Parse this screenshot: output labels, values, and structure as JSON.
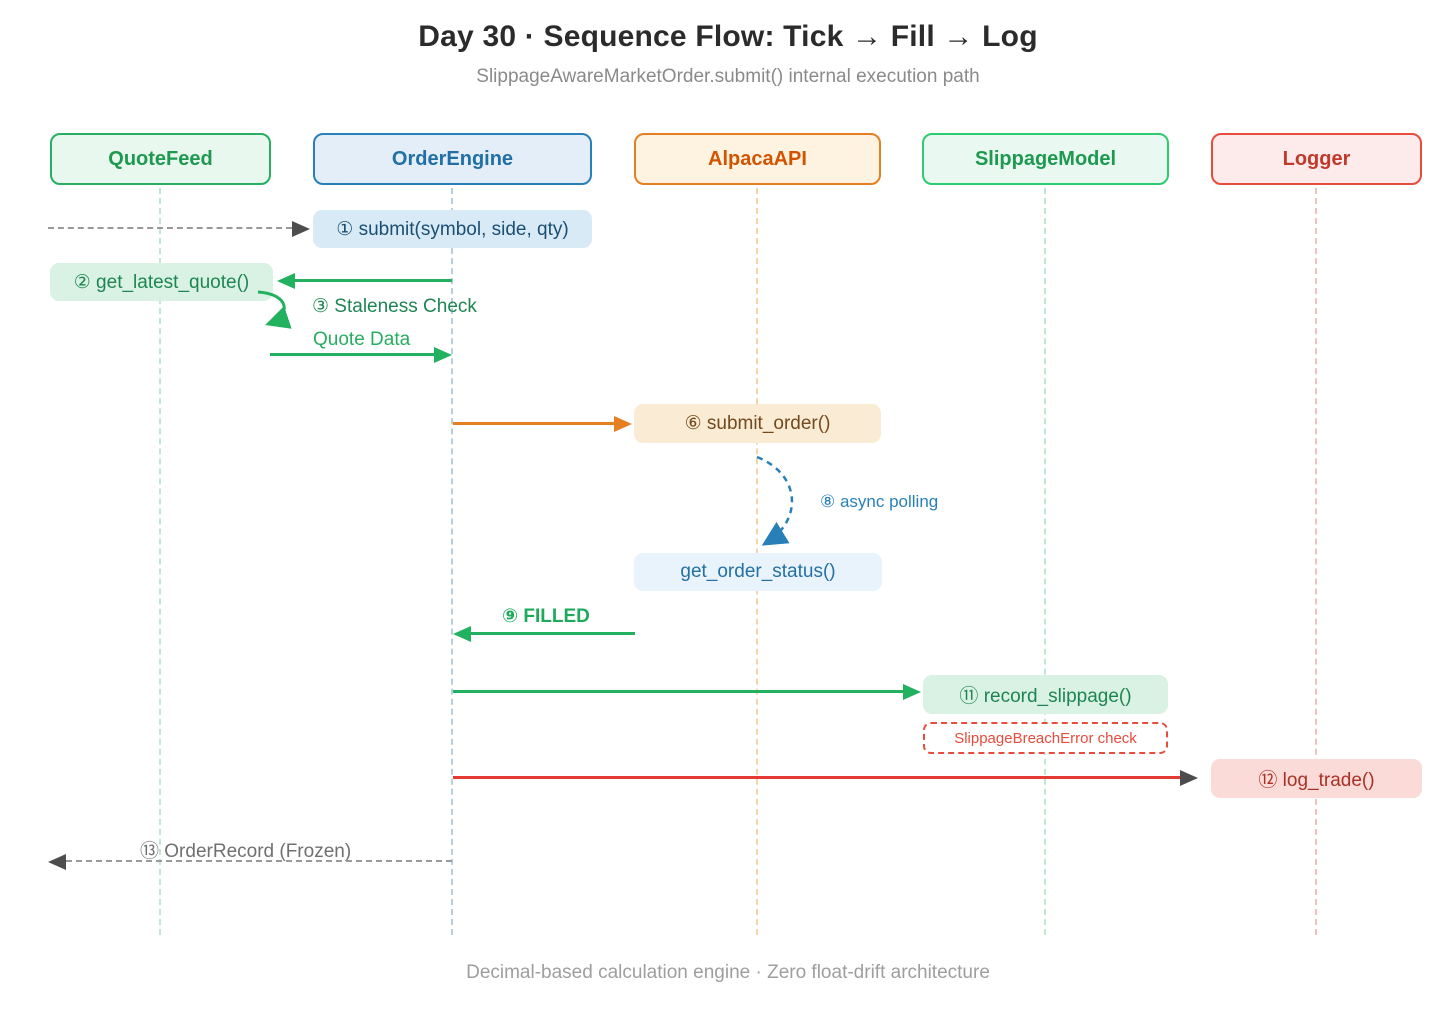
{
  "header": {
    "title": "Day 30 · Sequence Flow: Tick → Fill → Log",
    "subtitle": "SlippageAwareMarketOrder.submit() internal execution path"
  },
  "actors": [
    {
      "label": "QuoteFeed",
      "border": "#27ae60",
      "fill": "#e9f8ef",
      "text": "#1e9950",
      "lifeline": "#bfe8cd"
    },
    {
      "label": "OrderEngine",
      "border": "#2980b9",
      "fill": "#e3eef8",
      "text": "#216fa5",
      "lifeline": "#b3cfe3"
    },
    {
      "label": "AlpacaAPI",
      "border": "#e67e22",
      "fill": "#fdf3e0",
      "text": "#d35400",
      "lifeline": "#f6d3ab"
    },
    {
      "label": "SlippageModel",
      "border": "#2ecc71",
      "fill": "#e9f8f0",
      "text": "#1e9950",
      "lifeline": "#bfe8cd"
    },
    {
      "label": "Logger",
      "border": "#e74c3c",
      "fill": "#fcebea",
      "text": "#c0392b",
      "lifeline": "#f3c1bd"
    }
  ],
  "messages": {
    "submit": {
      "label": "① submit(symbol, side, qty)",
      "arrow": "dashed-gray",
      "from": "external",
      "to": "OrderEngine"
    },
    "get_latest_quote": {
      "label": "② get_latest_quote()",
      "arrow": "solid-green",
      "from": "OrderEngine",
      "to": "QuoteFeed"
    },
    "staleness_check": {
      "label": "③ Staleness Check",
      "arrow": "self-loop-green",
      "on": "QuoteFeed"
    },
    "quote_data": {
      "label": "Quote Data",
      "arrow": "solid-green",
      "from": "QuoteFeed",
      "to": "OrderEngine"
    },
    "submit_order": {
      "label": "⑥ submit_order()",
      "arrow": "solid-orange",
      "from": "OrderEngine",
      "to": "AlpacaAPI"
    },
    "async_polling": {
      "label": "⑧ async polling",
      "arrow": "dashed-blue-self-loop",
      "on": "AlpacaAPI"
    },
    "get_order_status": {
      "label": "get_order_status()",
      "on": "AlpacaAPI"
    },
    "filled": {
      "label": "⑨ FILLED",
      "arrow": "solid-green",
      "from": "AlpacaAPI",
      "to": "OrderEngine"
    },
    "record_slippage": {
      "label": "⑪ record_slippage()",
      "arrow": "solid-green",
      "from": "OrderEngine",
      "to": "SlippageModel"
    },
    "breach_check": {
      "label": "SlippageBreachError check",
      "style": "red-dashed-note",
      "on": "SlippageModel"
    },
    "log_trade": {
      "label": "⑫ log_trade()",
      "arrow": "solid-red",
      "from": "OrderEngine",
      "to": "Logger"
    },
    "order_record": {
      "label": "⑬ OrderRecord (Frozen)",
      "arrow": "dashed-gray",
      "from": "OrderEngine",
      "to": "external"
    }
  },
  "footer": {
    "note": "Decimal-based calculation engine · Zero float-drift architecture"
  },
  "colors": {
    "green_arrow": "#21b15f",
    "green_text_dark": "#1e8552",
    "green_text_bright": "#27ae60",
    "blue": "#2980b9",
    "orange": "#e67e22",
    "red_arrow": "#e53935",
    "red_text": "#a93226",
    "breach_red": "#e74c3c",
    "gray_dash": "#999999",
    "gray_arrowhead": "#4d4d4d",
    "title_text": "#2b2b2b",
    "subtitle_text": "#8a8a8a"
  }
}
